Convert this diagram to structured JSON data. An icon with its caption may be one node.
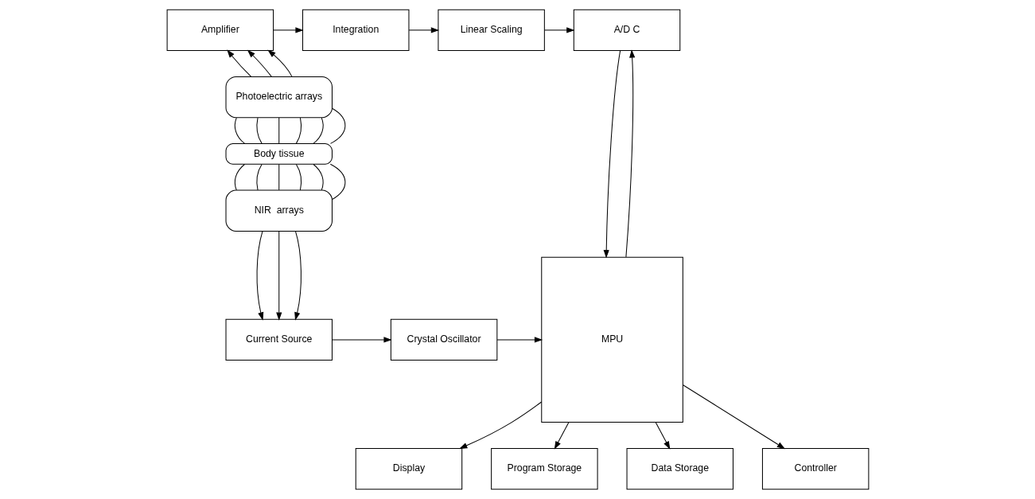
{
  "diagram": {
    "nodes": [
      {
        "text": [
          "Amplifier"
        ]
      },
      {
        "text": [
          "Integration"
        ]
      },
      {
        "text": [
          "Linear Scaling"
        ]
      },
      {
        "text": [
          "A/D C"
        ]
      },
      {
        "text": [
          "Photoelectric arrays"
        ]
      },
      {
        "text": [
          "Body tissue"
        ]
      },
      {
        "text": [
          "NIR  arrays"
        ]
      },
      {
        "text": [
          "Current Source"
        ]
      },
      {
        "text": [
          "Crystal Oscillator"
        ]
      },
      {
        "text": [
          "MPU"
        ]
      },
      {
        "text": [
          "Display"
        ]
      },
      {
        "text": [
          "Program Storage"
        ]
      },
      {
        "text": [
          "Data Storage"
        ]
      },
      {
        "text": [
          "Controller"
        ]
      }
    ],
    "edges": [
      {
        "from": 0,
        "to": 1,
        "arrow": "to"
      },
      {
        "from": 1,
        "to": 2,
        "arrow": "to"
      },
      {
        "from": 2,
        "to": 3,
        "arrow": "to"
      },
      {
        "from": 4,
        "to": 0,
        "arrow": "to"
      },
      {
        "from": 4,
        "to": 0,
        "arrow": "to"
      },
      {
        "from": 4,
        "to": 0,
        "arrow": "to"
      },
      {
        "from": 4,
        "to": 5,
        "arrow": "none"
      },
      {
        "from": 4,
        "to": 5,
        "arrow": "none"
      },
      {
        "from": 4,
        "to": 5,
        "arrow": "none"
      },
      {
        "from": 4,
        "to": 5,
        "arrow": "none"
      },
      {
        "from": 4,
        "to": 5,
        "arrow": "none"
      },
      {
        "from": 4,
        "to": 5,
        "arrow": "none"
      },
      {
        "from": 5,
        "to": 6,
        "arrow": "none"
      },
      {
        "from": 5,
        "to": 6,
        "arrow": "none"
      },
      {
        "from": 5,
        "to": 6,
        "arrow": "none"
      },
      {
        "from": 5,
        "to": 6,
        "arrow": "none"
      },
      {
        "from": 5,
        "to": 6,
        "arrow": "none"
      },
      {
        "from": 5,
        "to": 6,
        "arrow": "none"
      },
      {
        "from": 6,
        "to": 7,
        "arrow": "to"
      },
      {
        "from": 6,
        "to": 7,
        "arrow": "to"
      },
      {
        "from": 6,
        "to": 7,
        "arrow": "to"
      },
      {
        "from": 3,
        "to": 9,
        "arrow": "to"
      },
      {
        "from": 9,
        "to": 3,
        "arrow": "to"
      },
      {
        "from": 7,
        "to": 8,
        "arrow": "to"
      },
      {
        "from": 8,
        "to": 9,
        "arrow": "to"
      },
      {
        "from": 9,
        "to": 10,
        "arrow": "to"
      },
      {
        "from": 9,
        "to": 11,
        "arrow": "to"
      },
      {
        "from": 9,
        "to": 12,
        "arrow": "to"
      },
      {
        "from": 9,
        "to": 13,
        "arrow": "to"
      }
    ]
  }
}
